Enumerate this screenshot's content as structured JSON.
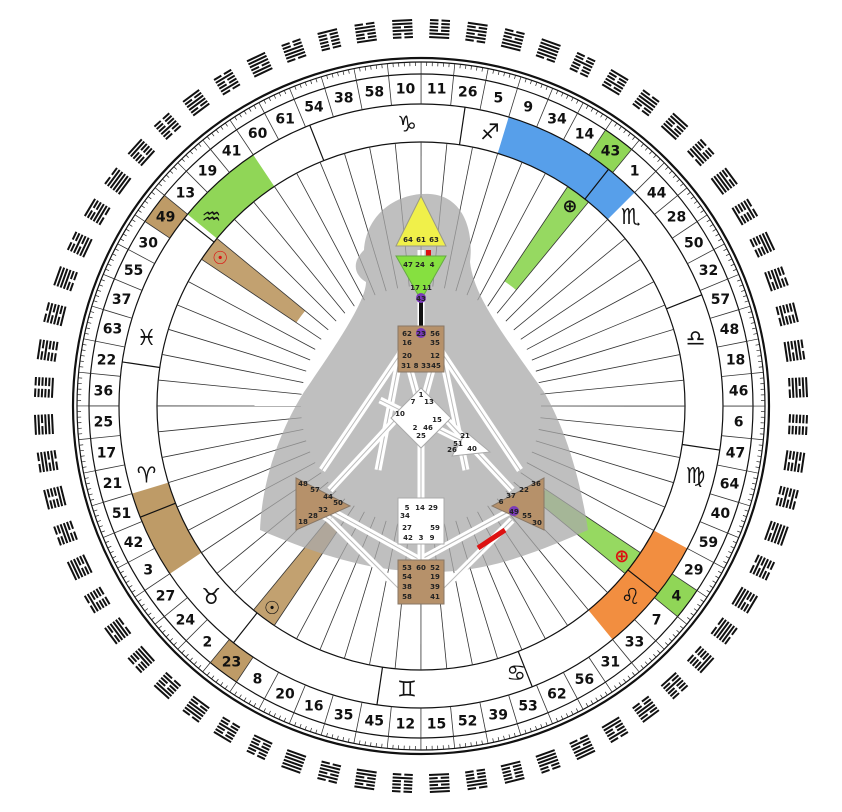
{
  "colors": {
    "green": "#7ccf3a",
    "blue": "#3a8ee6",
    "orange": "#f07a1e",
    "tan": "#b38a4c",
    "red": "#dd1111",
    "purple": "#7a3ab8",
    "head": "#f0f04a",
    "ajna": "#86e040",
    "center_brown": "#b6916a",
    "silhouette": "#a9a9a9"
  },
  "gates": [
    "10",
    "11",
    "26",
    "5",
    "9",
    "34",
    "14",
    "43",
    "1",
    "44",
    "28",
    "50",
    "32",
    "57",
    "48",
    "18",
    "46",
    "6",
    "47",
    "64",
    "40",
    "59",
    "29",
    "4",
    "7",
    "33",
    "31",
    "56",
    "62",
    "53",
    "39",
    "52",
    "15",
    "12",
    "45",
    "35",
    "16",
    "20",
    "8",
    "23",
    "2",
    "24",
    "27",
    "3",
    "42",
    "51",
    "21",
    "17",
    "25",
    "36",
    "22",
    "63",
    "37",
    "55",
    "30",
    "49",
    "13",
    "19",
    "41",
    "60",
    "61",
    "54",
    "38",
    "58"
  ],
  "zodiac": [
    {
      "glyph": "♑",
      "gate": "10"
    },
    {
      "glyph": "♐",
      "gate": "5"
    },
    {
      "glyph": "♏",
      "gate": "44"
    },
    {
      "glyph": "♎",
      "gate": "48"
    },
    {
      "glyph": "♍",
      "gate": "64"
    },
    {
      "glyph": "♌",
      "gate": "7"
    },
    {
      "glyph": "♋",
      "gate": "53"
    },
    {
      "glyph": "♊",
      "gate": "12"
    },
    {
      "glyph": "♉",
      "gate": "24"
    },
    {
      "glyph": "♈",
      "gate": "21"
    },
    {
      "glyph": "♓",
      "gate": "63"
    },
    {
      "glyph": "♒",
      "gate": "13"
    }
  ],
  "planets": [
    {
      "glyph": "⊕",
      "gate": "43",
      "color": "#111111"
    },
    {
      "glyph": "⊕",
      "gate": "4",
      "color": "#dd1111"
    },
    {
      "glyph": "☉",
      "gate": "49",
      "color": "#dd1111"
    },
    {
      "glyph": "☉",
      "gate": "23",
      "color": "#111111"
    }
  ],
  "bodygraph": {
    "head": [
      "64",
      "61",
      "63"
    ],
    "ajna": [
      [
        "47",
        "24",
        "4"
      ],
      [
        "17",
        "11"
      ],
      [
        "43"
      ]
    ],
    "throat": [
      [
        "62",
        "23",
        "56"
      ],
      [
        "16",
        "35"
      ],
      [
        "20",
        "12"
      ],
      [
        "31",
        "8",
        "33",
        "45"
      ]
    ],
    "g": [
      "1",
      "7",
      "13",
      "10",
      "15",
      "46",
      "2",
      "25"
    ],
    "ego": [
      "21",
      "51",
      "26",
      "40"
    ],
    "spleen": [
      "48",
      "57",
      "44",
      "50",
      "32",
      "28",
      "18"
    ],
    "sacral": [
      "5",
      "14",
      "29",
      "34",
      "27",
      "59",
      "42",
      "3",
      "9"
    ],
    "solar": [
      "36",
      "37",
      "22",
      "6",
      "49",
      "55",
      "30"
    ],
    "root": [
      "53",
      "60",
      "52",
      "54",
      "19",
      "38",
      "39",
      "58",
      "41"
    ]
  }
}
